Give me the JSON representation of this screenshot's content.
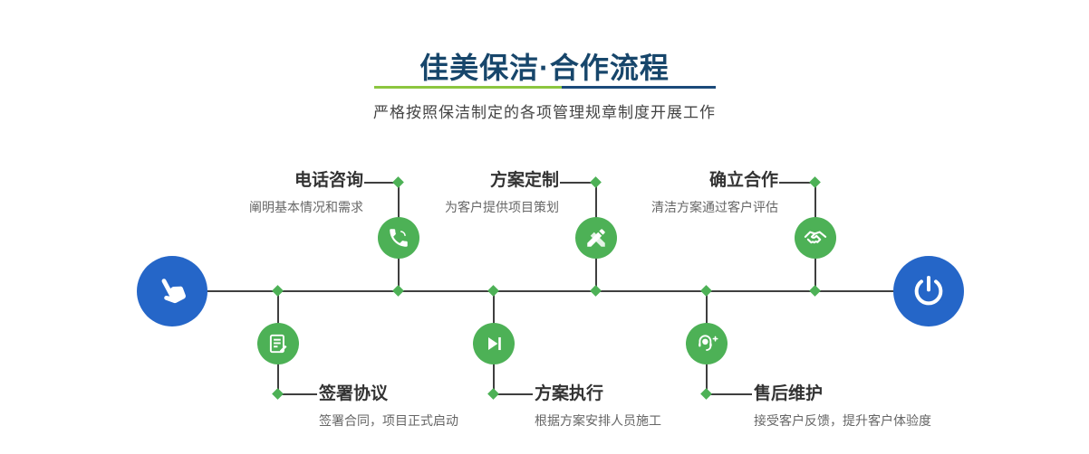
{
  "header": {
    "title": "佳美保洁·合作流程",
    "subtitle": "严格按照保洁制定的各项管理规章制度开展工作"
  },
  "colors": {
    "title_navy": "#17466b",
    "divider_green": "#8cc63f",
    "divider_blue": "#1b4a7a",
    "node_green": "#4db156",
    "node_blue": "#2566c8",
    "line_dark": "#3f3f3f"
  },
  "endpoints": {
    "start_icon": "hand-pointer-icon",
    "end_icon": "power-icon"
  },
  "steps_top": [
    {
      "title": "电话咨询",
      "desc": "阐明基本情况和需求",
      "icon": "phone-icon"
    },
    {
      "title": "方案定制",
      "desc": "为客户提供项目策划",
      "icon": "pen-design-icon"
    },
    {
      "title": "确立合作",
      "desc": "清洁方案通过客户评估",
      "icon": "handshake-icon"
    }
  ],
  "steps_bottom": [
    {
      "title": "签署协议",
      "desc": "签署合同，项目正式启动",
      "icon": "contract-sign-icon"
    },
    {
      "title": "方案执行",
      "desc": "根据方案安排人员施工",
      "icon": "execute-play-icon"
    },
    {
      "title": "售后维护",
      "desc": "接受客户反馈，提升客户体验度",
      "icon": "support-headset-icon"
    }
  ]
}
